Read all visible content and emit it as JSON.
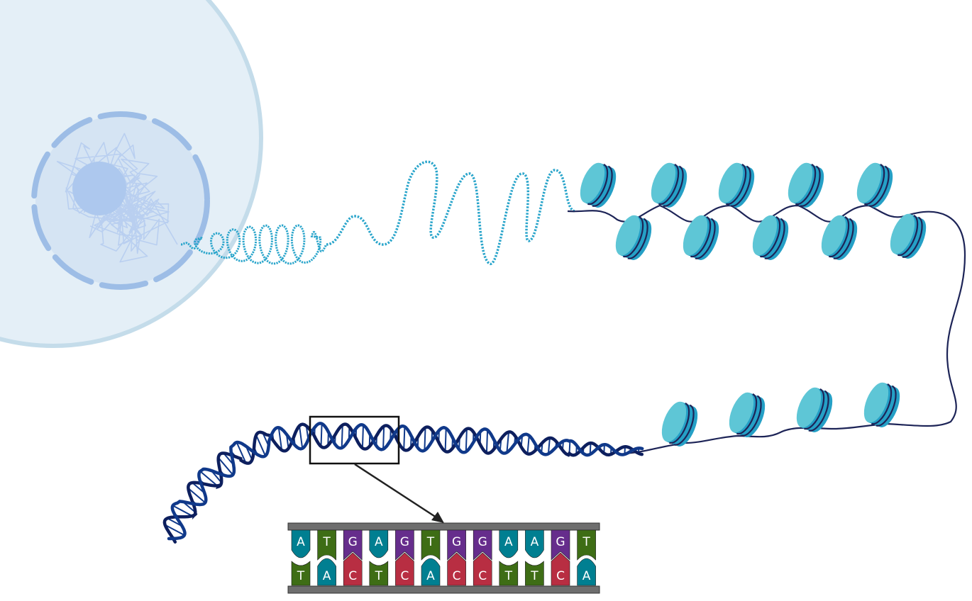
{
  "colors": {
    "cell_fill": "#e4eff7",
    "cell_stroke": "#c4dcea",
    "nucleus_fill": "#d5e4f3",
    "nuclear_envelope": "#9dbde6",
    "nucleolus": "#adc8ee",
    "fiber": "#2aa5cb",
    "nucleosome_front": "#5ec6d6",
    "nucleosome_body": "#25a0c6",
    "linker_dna": "#1d2457",
    "helix_dark": "#0d1f5e",
    "helix_mid": "#10398a",
    "helix_faded": "#1d4a70",
    "rail": "#6e6e6e",
    "box": "#111111"
  },
  "base_colors": {
    "A": "#007f91",
    "T": "#3e6d15",
    "G": "#662d8c",
    "C": "#b82e42"
  },
  "base_pairs": {
    "top": [
      "A",
      "T",
      "G",
      "A",
      "G",
      "T",
      "G",
      "G",
      "A",
      "A",
      "G",
      "T"
    ],
    "bottom": [
      "T",
      "A",
      "C",
      "T",
      "C",
      "A",
      "C",
      "C",
      "T",
      "T",
      "C",
      "A"
    ]
  }
}
